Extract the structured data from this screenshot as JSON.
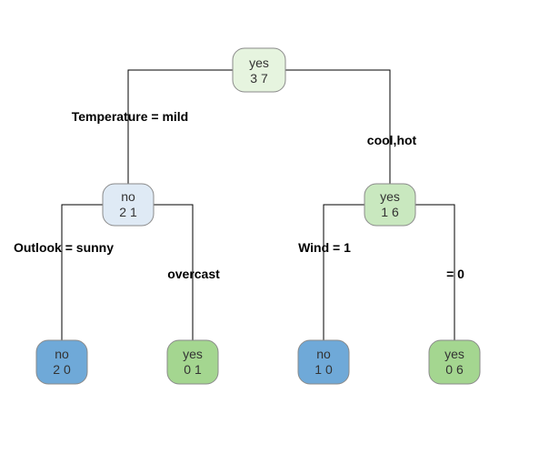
{
  "colors": {
    "root_fill": "#e6f4df",
    "pale_blue_fill": "#dfeaf5",
    "light_green_fill": "#c9e8bf",
    "blue_fill": "#6fa9d8",
    "green_fill": "#a4d690",
    "node_border": "#8a8a8a"
  },
  "nodes": {
    "root": {
      "label": "yes",
      "counts": "3 7"
    },
    "left": {
      "label": "no",
      "counts": "2 1"
    },
    "right": {
      "label": "yes",
      "counts": "1 6"
    },
    "left_left": {
      "label": "no",
      "counts": "2 0"
    },
    "left_right": {
      "label": "yes",
      "counts": "0 1"
    },
    "right_left": {
      "label": "no",
      "counts": "1 0"
    },
    "right_right": {
      "label": "yes",
      "counts": "0 6"
    }
  },
  "splits": {
    "root_left": "Temperature = mild",
    "root_right": "cool,hot",
    "left_left": "Outlook = sunny",
    "left_right": "overcast",
    "right_left": "Wind = 1",
    "right_right": "= 0"
  }
}
